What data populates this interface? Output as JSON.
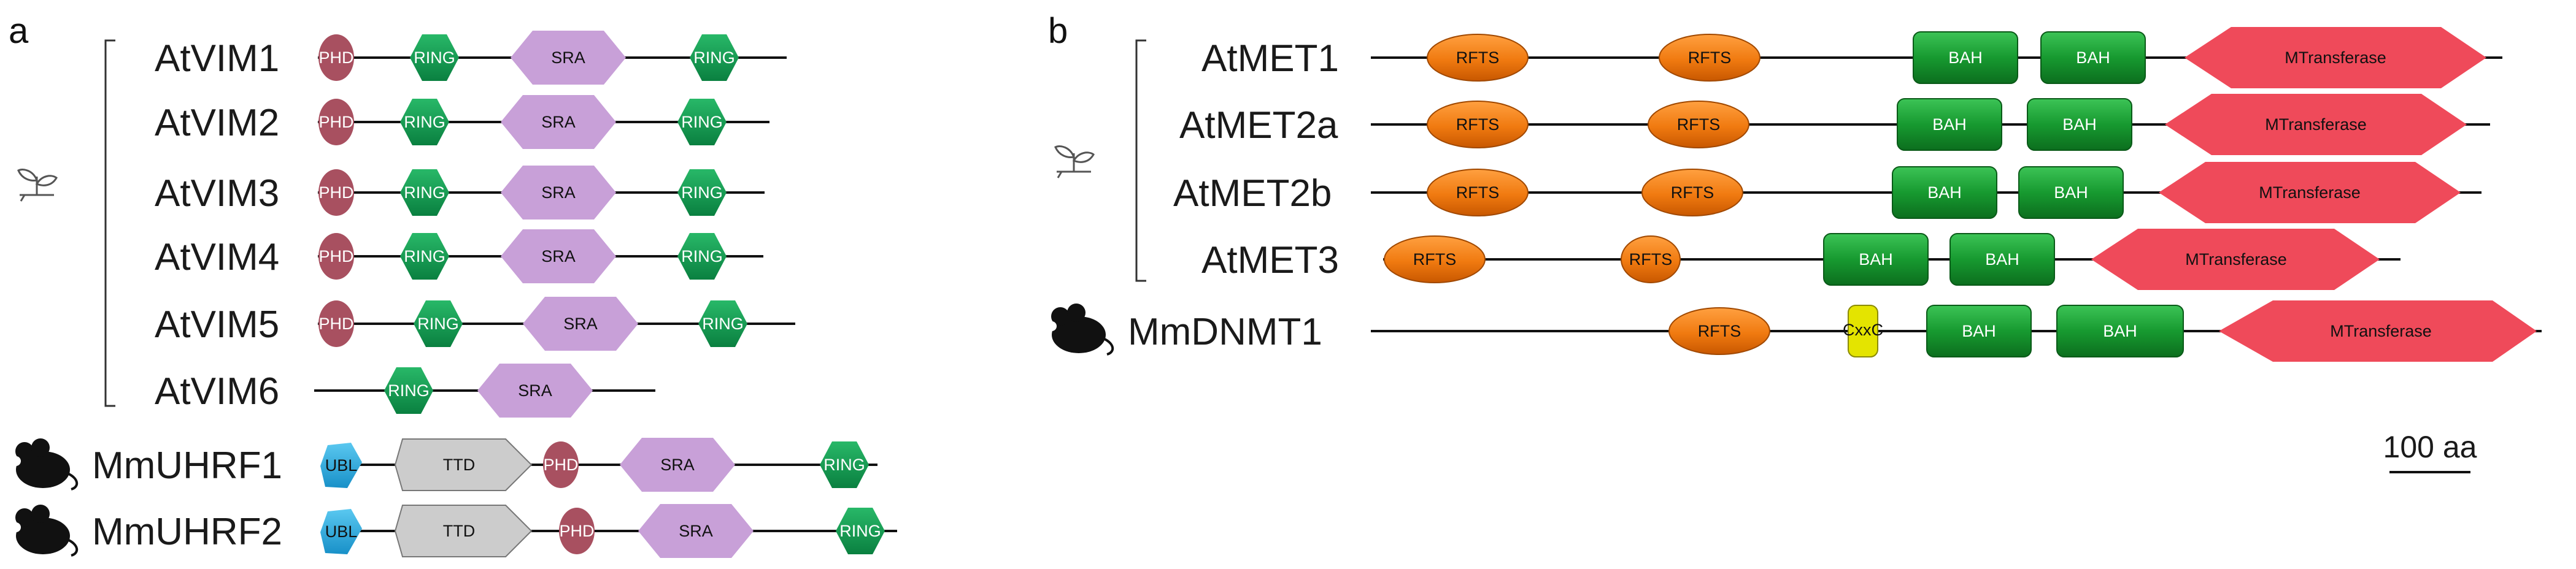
{
  "panels": {
    "a": "a",
    "b": "b"
  },
  "scale_bar": {
    "label": "100 aa"
  },
  "icons": {
    "plant": "plant-seedling-icon",
    "mouse": "mouse-icon"
  },
  "domain_labels": {
    "PHD": "PHD",
    "RING": "RING",
    "SRA": "SRA",
    "UBL": "UBL",
    "TTD": "TTD",
    "RFTS": "RFTS",
    "BAH": "BAH",
    "MTransferase": "MTransferase",
    "CxxC": "CxxC"
  },
  "colors": {
    "PHD": "#a85060",
    "RING": "#109a50",
    "SRA": "#c8a0d8",
    "UBL": "#2aa8e0",
    "TTD": "#cccccc",
    "RFTS": "#f07a10",
    "BAH": "#17902e",
    "MTransferase": "#ef4a5a",
    "CxxC": "#e4e400"
  },
  "proteins_a": [
    {
      "name": "AtVIM1",
      "organism": "plant"
    },
    {
      "name": "AtVIM2",
      "organism": "plant"
    },
    {
      "name": "AtVIM3",
      "organism": "plant"
    },
    {
      "name": "AtVIM4",
      "organism": "plant"
    },
    {
      "name": "AtVIM5",
      "organism": "plant"
    },
    {
      "name": "AtVIM6",
      "organism": "plant"
    },
    {
      "name": "MmUHRF1",
      "organism": "mouse"
    },
    {
      "name": "MmUHRF2",
      "organism": "mouse"
    }
  ],
  "proteins_b": [
    {
      "name": "AtMET1",
      "organism": "plant"
    },
    {
      "name": "AtMET2a",
      "organism": "plant"
    },
    {
      "name": "AtMET2b",
      "organism": "plant"
    },
    {
      "name": "AtMET3",
      "organism": "plant"
    },
    {
      "name": "MmDNMT1",
      "organism": "mouse"
    }
  ]
}
